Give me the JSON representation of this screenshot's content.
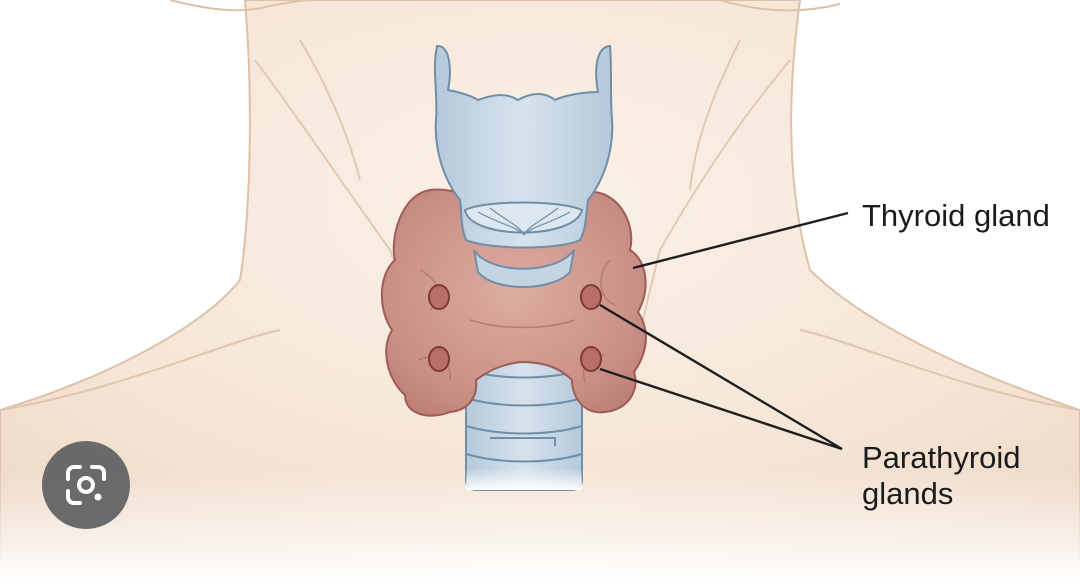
{
  "labels": {
    "thyroid": "Thyroid gland",
    "parathyroid_line1": "Parathyroid",
    "parathyroid_line2": "glands"
  },
  "icons": {
    "lens": "google-lens-icon"
  },
  "colors": {
    "skin": "#f7eadd",
    "skin_shadow": "#efdccb",
    "skin_outline": "#dcc2a8",
    "cartilage": "#c9d9e6",
    "cartilage_outline": "#6f8ea7",
    "thyroid": "#c98f86",
    "thyroid_outline": "#9f5c55",
    "parathyroid": "#b96f69",
    "leader_line": "#1f1f1f",
    "lens_button": "#5f6062"
  }
}
